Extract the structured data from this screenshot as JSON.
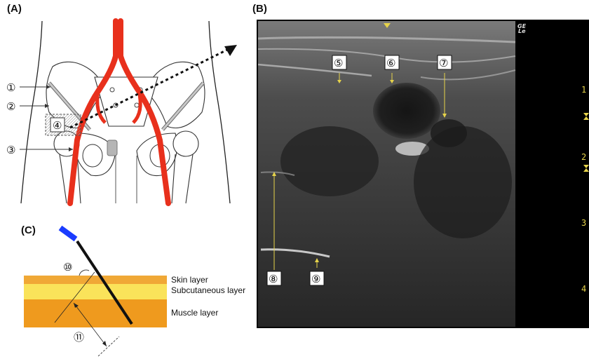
{
  "panels": {
    "a": "(A)",
    "b": "(B)",
    "c": "(C)"
  },
  "panel_a": {
    "markers": [
      "①",
      "②",
      "③",
      "④"
    ]
  },
  "panel_b": {
    "markers": [
      "⑤",
      "⑥",
      "⑦",
      "⑧",
      "⑨"
    ],
    "brand": "GE",
    "brand_sub": "Le",
    "depth_ticks": [
      "1",
      "2",
      "3",
      "4"
    ]
  },
  "panel_c": {
    "markers": [
      "⑩",
      "⑪"
    ],
    "layers": [
      "Skin layer",
      "Subcutaneous layer",
      "Muscle layer"
    ]
  },
  "colors": {
    "artery": "#e8301c",
    "skin": "#f0a836",
    "subcutaneous": "#fae35a",
    "muscle": "#ef9a1e",
    "needle_tip": "#1a3cff",
    "ultrasound_marker": "#e6d34a"
  }
}
